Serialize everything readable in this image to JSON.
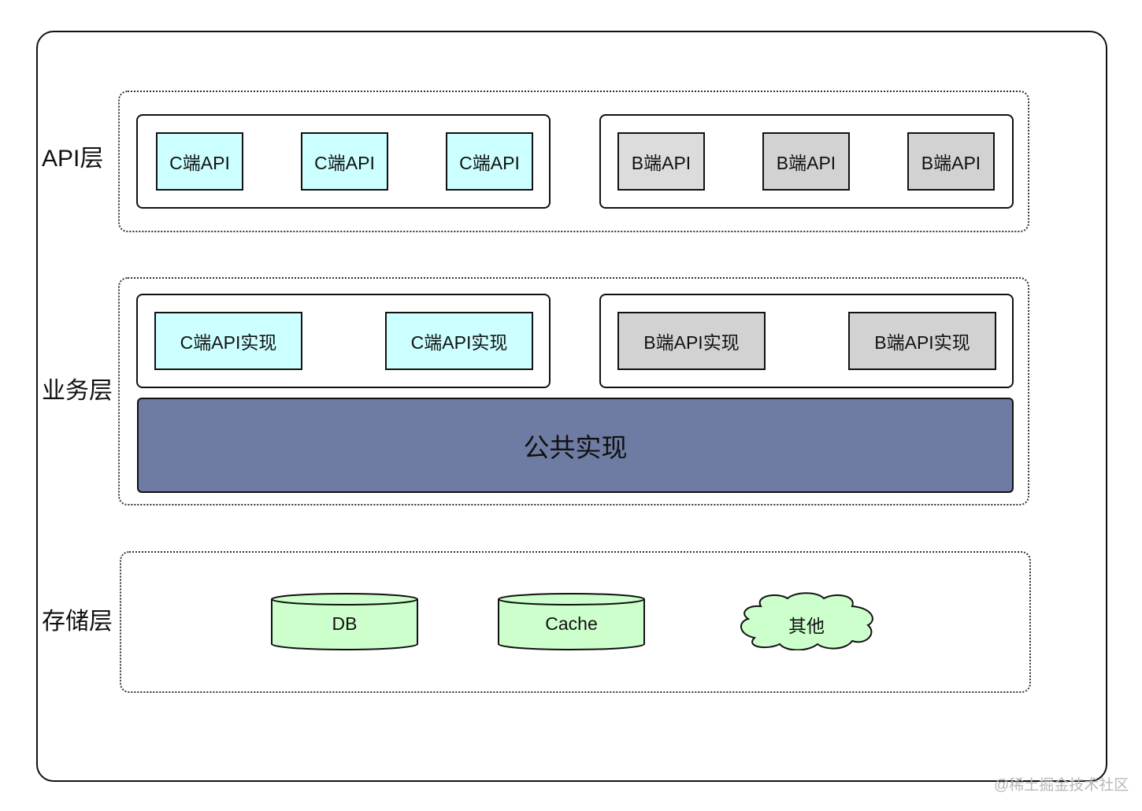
{
  "layers": {
    "api": "API层",
    "business": "业务层",
    "storage": "存储层"
  },
  "api_layer": {
    "c_group": [
      "C端API",
      "C端API",
      "C端API"
    ],
    "b_group": [
      "B端API",
      "B端API",
      "B端API"
    ]
  },
  "business_layer": {
    "c_group": [
      "C端API实现",
      "C端API实现"
    ],
    "b_group": [
      "B端API实现",
      "B端API实现"
    ],
    "common": "公共实现"
  },
  "storage_layer": {
    "db": "DB",
    "cache": "Cache",
    "other": "其他"
  },
  "watermark": "@稀土掘金技术社区",
  "colors": {
    "c_box": "#ccffff",
    "b_box": "#d2d2d2",
    "common": "#6e7ca3",
    "storage": "#ccffcc"
  }
}
